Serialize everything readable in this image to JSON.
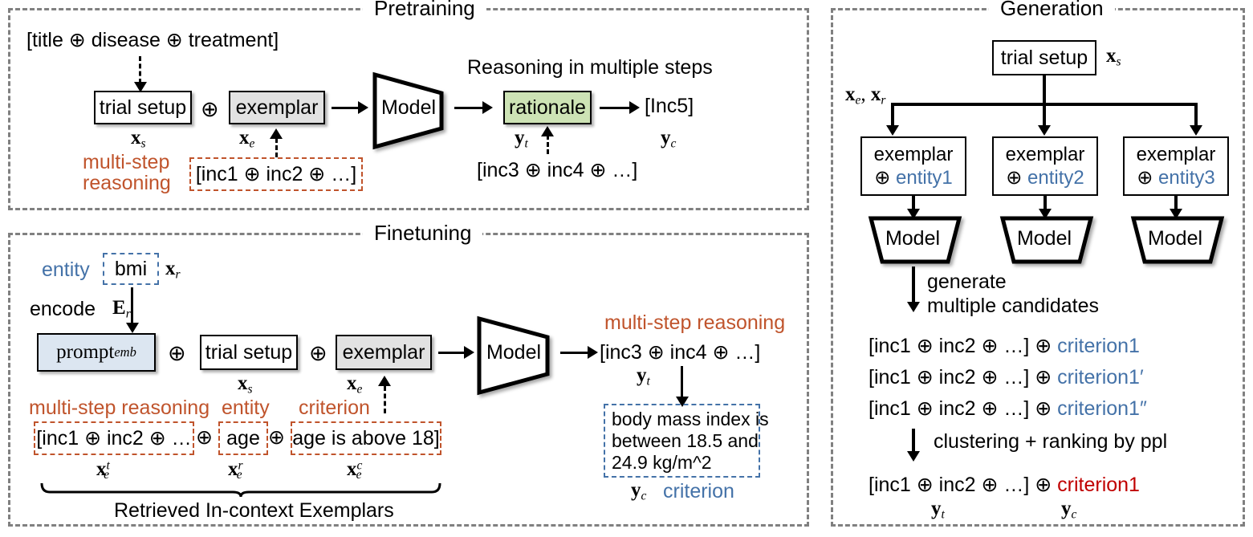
{
  "panels": {
    "pretraining": {
      "title": "Pretraining"
    },
    "finetuning": {
      "title": "Finetuning"
    },
    "generation": {
      "title": "Generation"
    }
  },
  "pretraining": {
    "input_text": "[title ⊕ disease ⊕ treatment]",
    "trial_setup": "trial setup",
    "trial_setup_sym": "x_s",
    "oplus": "⊕",
    "exemplar": "exemplar",
    "exemplar_sym": "x_e",
    "model": "Model",
    "reasoning_caption": "Reasoning in multiple steps",
    "rationale": "rationale",
    "rationale_sym": "y_t",
    "output": "[Inc5]",
    "output_sym": "y_c",
    "multi_step_label_l1": "multi-step",
    "multi_step_label_l2": "reasoning",
    "inc_box": "[inc1 ⊕ inc2 ⊕ …]",
    "inc_under_rationale": "[inc3 ⊕ inc4 ⊕ …]"
  },
  "finetuning": {
    "entity_label": "entity",
    "bmi": "bmi",
    "bmi_sym": "x_r",
    "encode_label": "encode",
    "encode_sym": "E_r",
    "prompt_emb": "prompt",
    "prompt_emb_sub": "emb",
    "oplus": "⊕",
    "trial_setup": "trial setup",
    "trial_setup_sym": "x_s",
    "exemplar": "exemplar",
    "exemplar_sym": "x_e",
    "model": "Model",
    "multi_step_reasoning_top": "multi-step reasoning",
    "output_incs": "[inc3 ⊕ inc4 ⊕ …]",
    "output_sym_t": "y_t",
    "criterion_box_l1": "body mass index is",
    "criterion_box_l2": "between 18.5 and",
    "criterion_box_l3": "24.9 kg/m^2",
    "output_sym_c": "y_c",
    "criterion_label": "criterion",
    "label_multi_step": "multi-step reasoning",
    "label_entity": "entity",
    "label_criterion": "criterion",
    "seg_incs": "[inc1 ⊕ inc2 ⊕ …",
    "seg_age": "age",
    "seg_criterion": "age is above 18]",
    "sym_xt": "x_e^t",
    "sym_xr": "x_e^r",
    "sym_xc": "x_e^c",
    "brace_caption": "Retrieved In-context Exemplars"
  },
  "generation": {
    "trial_setup": "trial setup",
    "trial_setup_sym": "x_s",
    "fanout_sym": "x_e, x_r",
    "exemplars": [
      {
        "line1": "exemplar",
        "oplus": "⊕",
        "entity": "entity1"
      },
      {
        "line1": "exemplar",
        "oplus": "⊕",
        "entity": "entity2"
      },
      {
        "line1": "exemplar",
        "oplus": "⊕",
        "entity": "entity3"
      }
    ],
    "model": "Model",
    "generate_l1": "generate",
    "generate_l2": "multiple candidates",
    "candidates": [
      {
        "prefix": "[inc1 ⊕ inc2 ⊕ …] ⊕ ",
        "criterion": "criterion1"
      },
      {
        "prefix": "[inc1 ⊕ inc2 ⊕ …] ⊕ ",
        "criterion": "criterion1′"
      },
      {
        "prefix": "[inc1 ⊕ inc2 ⊕ …] ⊕ ",
        "criterion": "criterion1″"
      }
    ],
    "clustering_label": "clustering + ranking by ppl",
    "final_prefix": "[inc1 ⊕ inc2 ⊕ …] ⊕ ",
    "final_criterion": "criterion1",
    "final_sym_t": "y_t",
    "final_sym_c": "y_c"
  },
  "colors": {
    "orange": "#c0542c",
    "blue": "#4472a8",
    "red": "#c00000",
    "green_fill": "#cde3b5",
    "blue_fill": "#dce6f1",
    "gray_fill": "#e2e2e2",
    "panel_border": "#808080"
  }
}
